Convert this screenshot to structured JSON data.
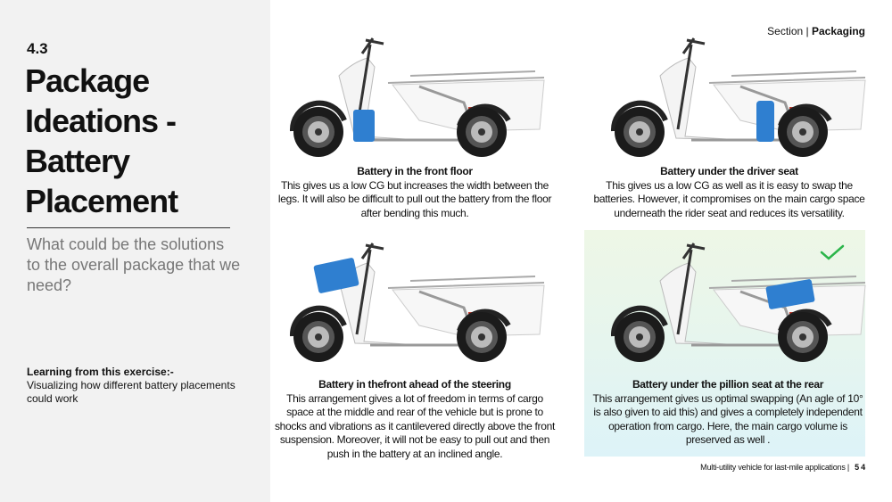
{
  "sidebar": {
    "section_number": "4.3",
    "title": "Package Ideations - Battery Placement",
    "question": "What could be the solutions to the overall package that we need?",
    "learning_heading": "Learning from this exercise:-",
    "learning_text": "Visualizing how different battery placements could work"
  },
  "header": {
    "section_label": "Section |",
    "section_name": "Packaging"
  },
  "panels": [
    {
      "title": "Battery in the front floor",
      "text": "This gives us a low CG but increases the width between the legs. It will also be difficult to pull out the battery from the floor after bending this much."
    },
    {
      "title": "Battery under the driver seat",
      "text": "This gives us a low CG as well as it is easy to swap the batteries. However, it compromises on the main cargo space underneath the rider seat and reduces its versatility."
    },
    {
      "title": "Battery in thefront ahead of the steering",
      "text": "This arrangement gives a lot of freedom in terms of cargo space at the middle and rear of the vehicle but is prone to shocks and vibrations as it cantilevered directly above the front suspension. Moreover, it will not be easy to pull out and then push in the battery at an inclined angle."
    },
    {
      "title": "Battery under the pillion seat at the rear",
      "text": "This arrangement gives us optimal swapping (An agle of 10° is also given to aid this) and gives a completely independent operation from cargo. Here, the main cargo volume is preserved as well ."
    }
  ],
  "footer": {
    "text": "Multi-utility vehicle for last-mile applications |",
    "page": "5 4"
  },
  "colors": {
    "battery": "#2f7fd0",
    "check": "#2bb54a",
    "spring": "#c0392b"
  }
}
